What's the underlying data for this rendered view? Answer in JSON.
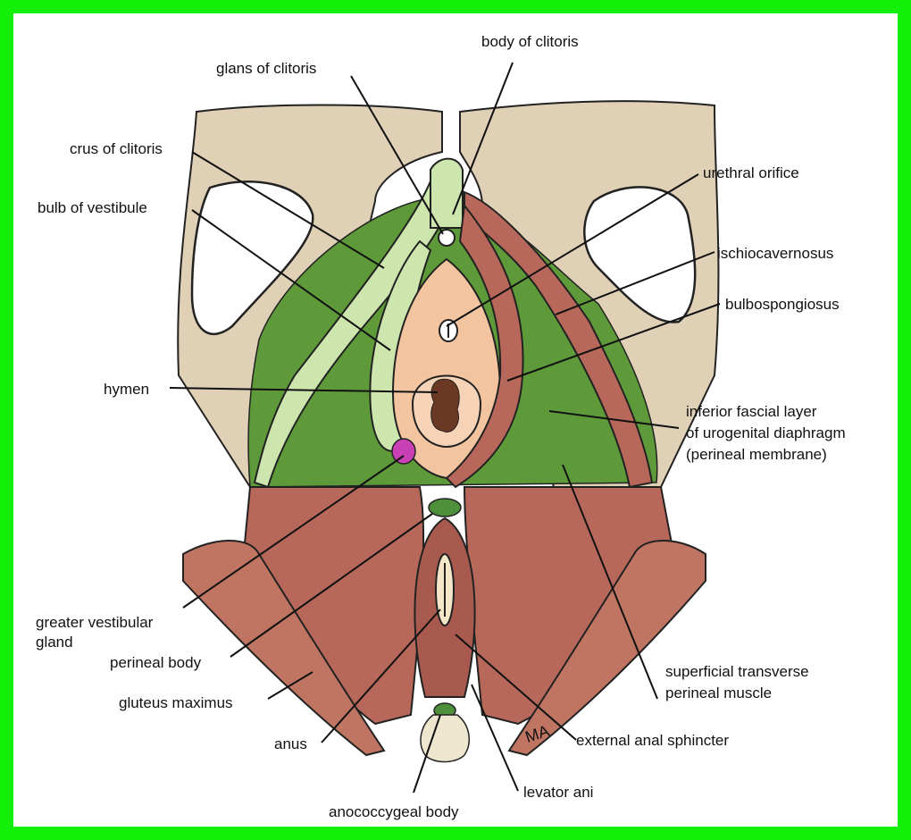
{
  "colors": {
    "frame": "#14f00a",
    "bone": "#dfd0b6",
    "membrane": "#5f9a3a",
    "clitoris_tissue": "#cde6ae",
    "muscle": "#b8685a",
    "vestibule": "#f3c4a0",
    "gland": "#c940b4"
  },
  "labels": {
    "body_of_clitoris": "body of clitoris",
    "glans_of_clitoris": "glans of clitoris",
    "crus_of_clitoris": "crus of clitoris",
    "bulb_of_vestibule": "bulb of vestibule",
    "urethral_orifice": "urethral orifice",
    "ischiocavernosus": "ischiocavernosus",
    "bulbospongiosus": "bulbospongiosus",
    "hymen": "hymen",
    "inferior_fascial_layer": [
      "inferior fascial layer",
      "of urogenital diaphragm",
      "(perineal membrane)"
    ],
    "greater_vestibular_gland": [
      "greater vestibular",
      "gland"
    ],
    "perineal_body": "perineal body",
    "gluteus_maximus": "gluteus maximus",
    "superficial_transverse": [
      "superficial transverse",
      "perineal muscle"
    ],
    "anus": "anus",
    "external_anal_sphincter": "external anal sphincter",
    "levator_ani": "levator ani",
    "anococcygeal_body": "anococcygeal body"
  },
  "signature": "MA"
}
